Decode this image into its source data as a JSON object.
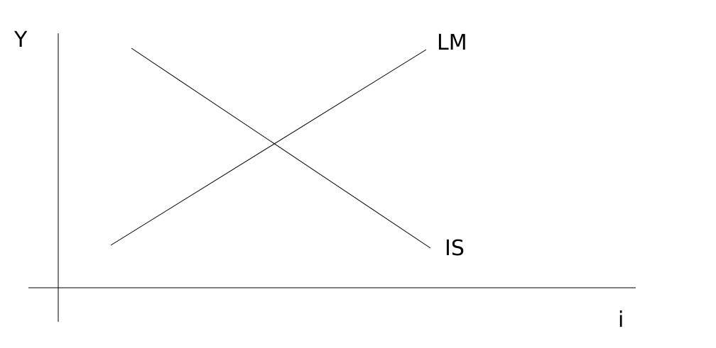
{
  "axes": {
    "y_label": "Y",
    "x_label": "i"
  },
  "curves": {
    "lm_label": "LM",
    "is_label": "IS"
  },
  "colors": {
    "line": "#000000",
    "background": "#ffffff"
  }
}
